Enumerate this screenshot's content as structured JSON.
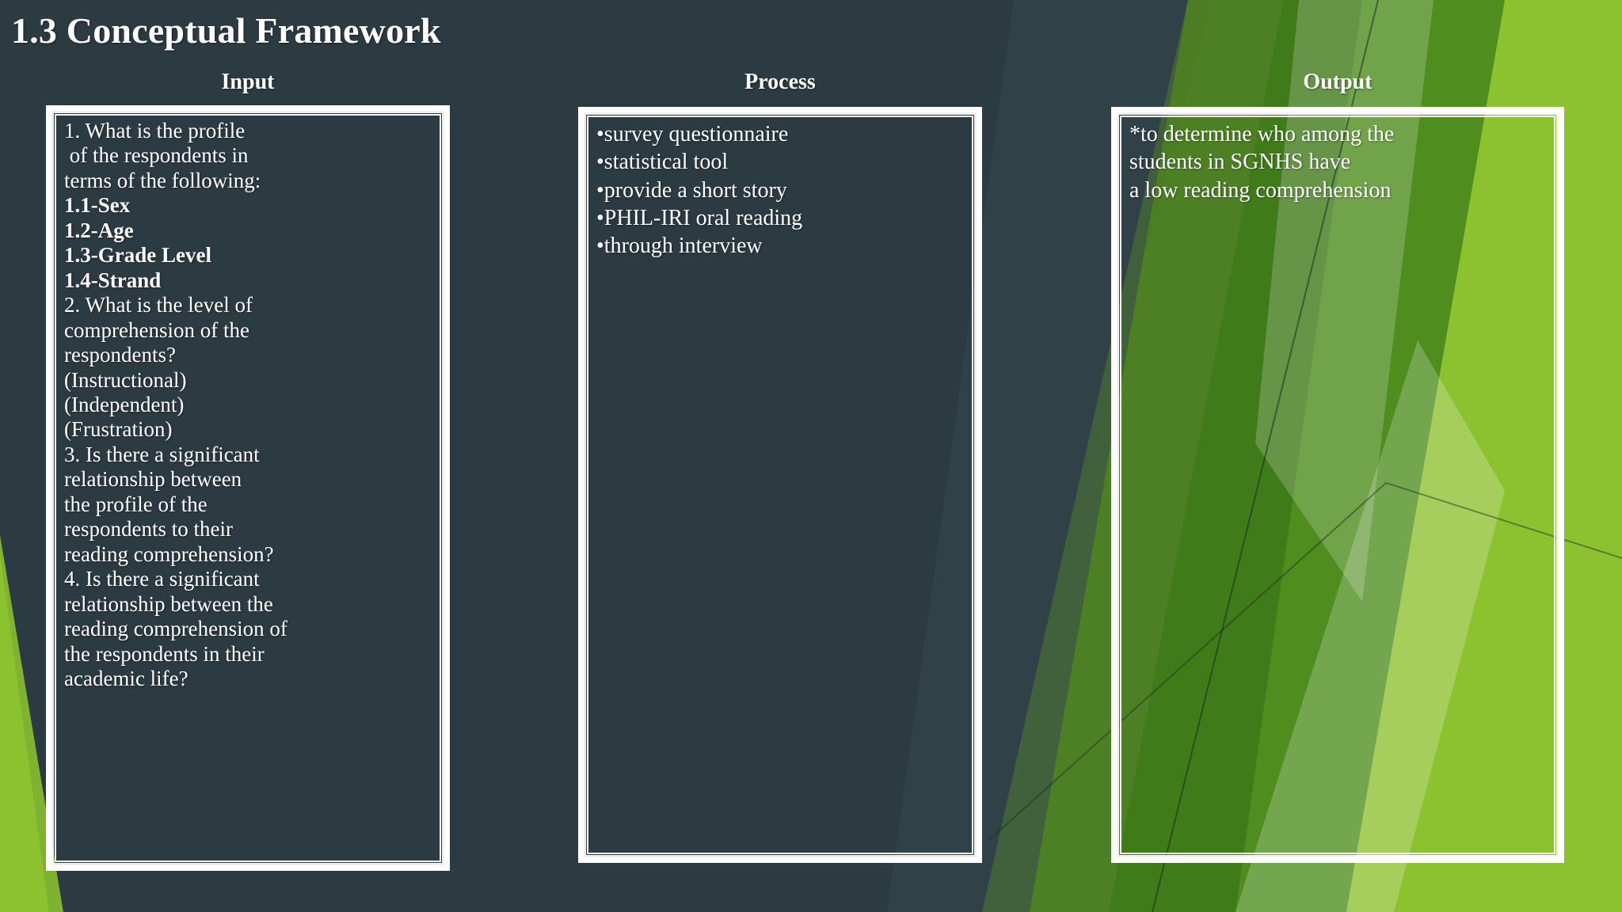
{
  "slide": {
    "title": "1.3 Conceptual Framework",
    "background_color": "#2C3A42",
    "accent_green": "#8CC130"
  },
  "columns": [
    {
      "key": "input",
      "header": "Input",
      "lines": [
        {
          "text": "1. What is the profile",
          "bold": false
        },
        {
          "text": " of the respondents in",
          "bold": false
        },
        {
          "text": "terms of the following:",
          "bold": false
        },
        {
          "text": "1.1-Sex",
          "bold": true
        },
        {
          "text": "1.2-Age",
          "bold": true
        },
        {
          "text": "1.3-Grade Level",
          "bold": true
        },
        {
          "text": "1.4-Strand",
          "bold": true
        },
        {
          "text": "2. What is the level of",
          "bold": false
        },
        {
          "text": "comprehension of the",
          "bold": false
        },
        {
          "text": "respondents?",
          "bold": false
        },
        {
          "text": "(Instructional)",
          "bold": false
        },
        {
          "text": "(Independent)",
          "bold": false
        },
        {
          "text": "(Frustration)",
          "bold": false
        },
        {
          "text": "3. Is there a significant",
          "bold": false
        },
        {
          "text": "relationship between",
          "bold": false
        },
        {
          "text": "the profile of the",
          "bold": false
        },
        {
          "text": "respondents to their",
          "bold": false
        },
        {
          "text": "reading comprehension?",
          "bold": false
        },
        {
          "text": "4. Is there a significant",
          "bold": false
        },
        {
          "text": "relationship between the",
          "bold": false
        },
        {
          "text": "reading comprehension of",
          "bold": false
        },
        {
          "text": "the respondents in their",
          "bold": false
        },
        {
          "text": "academic life?",
          "bold": false
        }
      ]
    },
    {
      "key": "process",
      "header": "Process",
      "lines": [
        {
          "text": "•survey questionnaire",
          "bold": false
        },
        {
          "text": "•statistical tool",
          "bold": false
        },
        {
          "text": "•provide a short story",
          "bold": false
        },
        {
          "text": "•PHIL-IRI oral reading",
          "bold": false
        },
        {
          "text": "•through interview",
          "bold": false
        }
      ]
    },
    {
      "key": "output",
      "header": "Output",
      "lines": [
        {
          "text": "*to determine who among the",
          "bold": false
        },
        {
          "text": "students in SGNHS have",
          "bold": false
        },
        {
          "text": "a low reading comprehension",
          "bold": false
        }
      ]
    }
  ]
}
